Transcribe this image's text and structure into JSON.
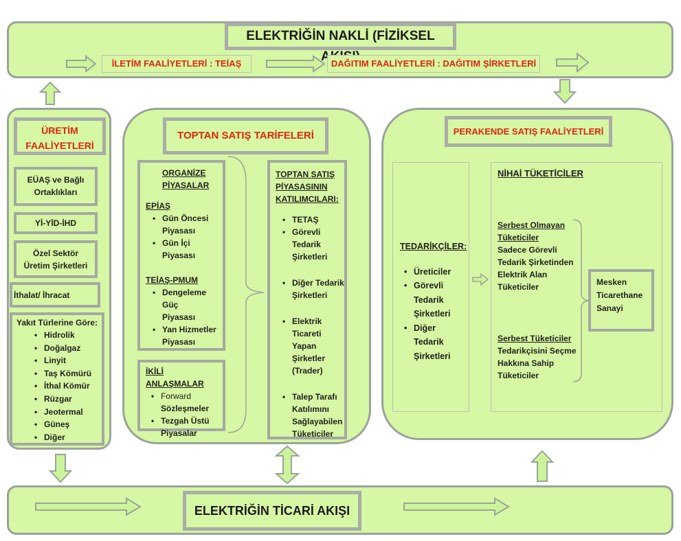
{
  "physical_flow": {
    "title": "ELEKTRİĞİN NAKLİ (FİZİKSEL AKIŞI)",
    "transmission": "İLETİM FAALİYETLERİ : TEİAŞ",
    "distribution": "DAĞITIM FAALİYETLERİ : DAĞITIM ŞİRKETLERİ"
  },
  "commercial_flow": {
    "title": "ELEKTRİĞİN TİCARİ AKIŞI"
  },
  "generation": {
    "title_line1": "ÜRETİM",
    "title_line2": "FAALİYETLERİ",
    "box1_line1": "EÜAŞ ve Bağlı",
    "box1_line2": "Ortaklıkları",
    "box2": "Yİ-YİD-İHD",
    "box3_line1": "Özel Sektör",
    "box3_line2": "Üretim Şirketleri",
    "box4": "İthalat/ İhracat",
    "fuel_header": "Yakıt Türlerine Göre:",
    "fuels": [
      "Hidrolik",
      "Doğalgaz",
      "Linyit",
      "Taş Kömürü",
      "İthal Kömür",
      "Rüzgar",
      "Jeotermal",
      "Güneş",
      "Diğer"
    ]
  },
  "wholesale": {
    "title": "TOPTAN SATIŞ TARİFELERİ",
    "organized_line1": "ORGANİZE",
    "organized_line2": "PİYASALAR",
    "epias": "EPİAŞ",
    "epias_items": [
      [
        "Gün Öncesi",
        "Piyasası"
      ],
      [
        "Gün İçi Piyasası"
      ]
    ],
    "teias_pmum": "TEİAŞ-PMUM",
    "teias_items": [
      [
        "Dengeleme Güç",
        "Piyasası"
      ],
      [
        "Yan Hizmetler",
        "Piyasası"
      ]
    ],
    "bilateral_title": "İKİLİ ANLAŞMALAR",
    "bilateral_items": [
      [
        "Forward",
        "Sözleşmeler"
      ],
      [
        "Tezgah Üstü",
        "Piyasalar"
      ]
    ],
    "participants_title": [
      "TOPTAN SATIŞ",
      "PİYASASININ",
      "KATILIMCILARI:"
    ],
    "participants": [
      [
        "TETAŞ"
      ],
      [
        "Görevli",
        "Tedarik",
        "Şirketleri"
      ],
      [
        "Diğer Tedarik",
        "Şirketleri"
      ],
      [
        "Elektrik",
        "Ticareti Yapan",
        "Şirketler",
        "(Trader)"
      ],
      [
        "Talep Tarafı",
        "Katılımını",
        "Sağlayabilen",
        "Tüketiciler"
      ]
    ]
  },
  "retail": {
    "title": "PERAKENDE SATIŞ FAALİYETLERİ",
    "suppliers_title": "TEDARİKÇİLER:",
    "suppliers": [
      [
        "Üreticiler"
      ],
      [
        "Görevli",
        "Tedarik",
        "Şirketleri"
      ],
      [
        "Diğer",
        "Tedarik",
        "Şirketleri"
      ]
    ],
    "final_title": "NİHAİ TÜKETİCİLER",
    "non_free_title_1": "Serbest Olmayan",
    "non_free_title_2": "Tüketiciler",
    "non_free_desc": [
      "Sadece Görevli",
      "Tedarik Şirketinden",
      "Elektrik Alan",
      "Tüketiciler"
    ],
    "free_title": "Serbest Tüketiciler",
    "free_desc": [
      "Tedarikçisini Seçme",
      "Hakkına Sahip",
      "Tüketiciler"
    ],
    "consumer_types": [
      "Mesken",
      "Ticarethane",
      "Sanayi"
    ]
  },
  "colors": {
    "fill": "#d6f7a3",
    "border": "#9aa39a",
    "title_red": "#e0250e",
    "arrow_fill": "#ccf59b"
  }
}
